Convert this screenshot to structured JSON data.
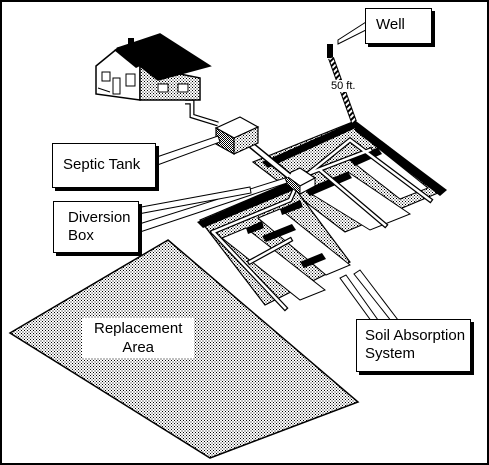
{
  "labels": {
    "well": "Well",
    "distance": "50 ft.",
    "septic_tank": "Septic Tank",
    "diversion_box": [
      "Diversion",
      "Box"
    ],
    "replacement_area": [
      "Replacement",
      "Area"
    ],
    "soil_absorption": [
      "Soil Absorption",
      "System"
    ]
  },
  "colors": {
    "line": "#000000",
    "background": "#ffffff",
    "stipple": "#000000"
  }
}
